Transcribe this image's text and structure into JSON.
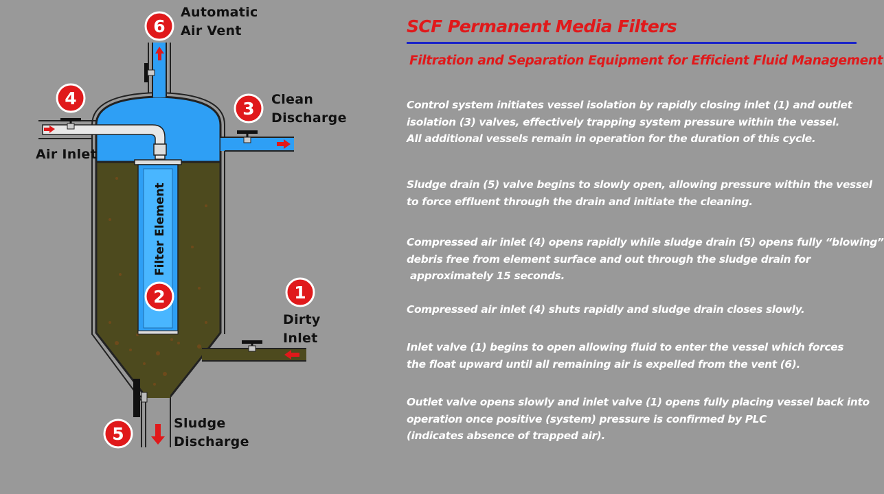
{
  "header": {
    "title": "SCF Permanent Media Filters",
    "subtitle": "Filtration and Separation Equipment for Efficient Fluid Management"
  },
  "paragraphs": [
    {
      "lines": [
        "Control system initiates vessel isolation by rapidly closing inlet (1) and outlet",
        "isolation (3) valves, effectively trapping system pressure within the vessel.",
        "All additional vessels remain in operation for the duration of this cycle."
      ]
    },
    {
      "lines": [
        "Sludge drain (5) valve begins to slowly open, allowing pressure within the vessel",
        "to force effluent through the drain and initiate the cleaning."
      ]
    },
    {
      "lines": [
        "Compressed air inlet (4) opens rapidly while sludge drain (5) opens fully “blowing”",
        "debris free from element surface and out through the sludge drain for",
        " approximately 15 seconds."
      ]
    },
    {
      "lines": [
        "Compressed air inlet (4) shuts rapidly and sludge drain closes slowly."
      ]
    },
    {
      "lines": [
        "Inlet valve (1) begins to open allowing fluid to enter the vessel which forces",
        "the float upward until all remaining air is expelled from the vent (6)."
      ]
    },
    {
      "lines": [
        "Outlet valve opens slowly and inlet valve (1) opens fully placing vessel back into",
        "operation once positive (system) pressure is confirmed by PLC",
        "(indicates absence of trapped air)."
      ]
    }
  ],
  "diagram": {
    "markers": [
      "1",
      "2",
      "3",
      "4",
      "5",
      "6"
    ],
    "labels": {
      "air_vent": [
        "Automatic",
        "Air Vent"
      ],
      "clean_discharge": [
        "Clean",
        "Discharge"
      ],
      "air_inlet": "Air Inlet",
      "dirty_inlet": [
        "Dirty",
        "Inlet"
      ],
      "sludge_discharge": [
        "Sludge",
        "Discharge"
      ],
      "filter_element": "Filter Element"
    }
  },
  "colors": {
    "background": "#999999",
    "accent_red": "#e0191b",
    "rule_blue": "#1a24c8",
    "water_blue": "#2e9ff5",
    "sludge": "#4d4a1e"
  }
}
